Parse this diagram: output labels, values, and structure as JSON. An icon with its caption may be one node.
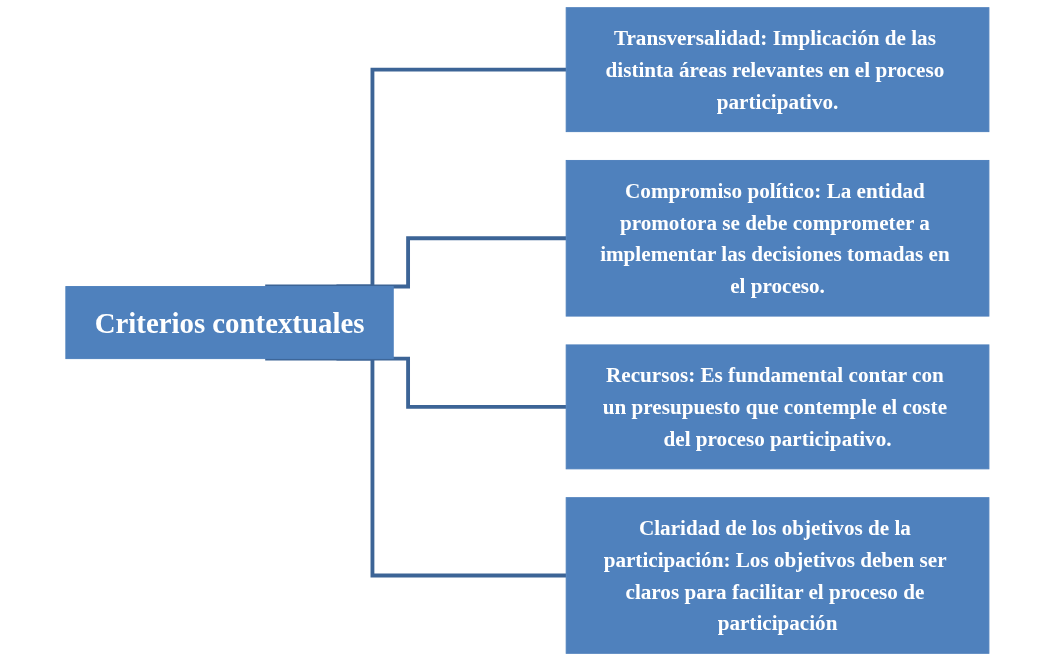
{
  "diagram": {
    "nodes": [
      {
        "text": [
          "Criterios contextuales"
        ]
      },
      {
        "text": [
          "Transversalidad: Implicación de las distinta áreas relevantes en el proceso participativo."
        ]
      },
      {
        "text": [
          "Compromiso político: La entidad promotora se debe comprometer a implementar las decisiones tomadas en el proceso."
        ]
      },
      {
        "text": [
          "Recursos: Es fundamental contar con un presupuesto que contemple el coste del proceso participativo."
        ]
      },
      {
        "text": [
          "Claridad de los objetivos de la participación: Los objetivos deben ser claros para facilitar el proceso de participación"
        ]
      }
    ],
    "edges": [
      {
        "from": 0,
        "to": 1,
        "arrow": "none"
      },
      {
        "from": 0,
        "to": 2,
        "arrow": "none"
      },
      {
        "from": 0,
        "to": 3,
        "arrow": "none"
      },
      {
        "from": 0,
        "to": 4,
        "arrow": "none"
      }
    ]
  }
}
